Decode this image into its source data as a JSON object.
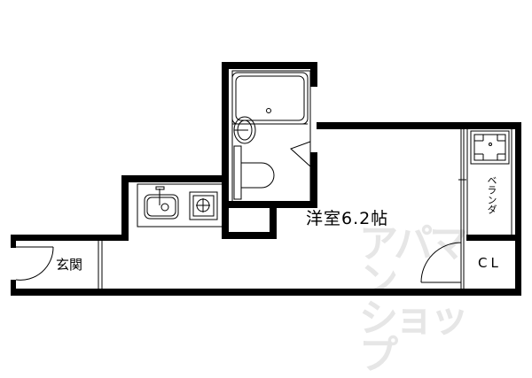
{
  "floor_plan": {
    "main_room_label": "洋室6.2帖",
    "entrance_label": "玄関",
    "balcony_label": "ベランダ",
    "closet_label": "CL"
  },
  "watermark": {
    "line1": "アパマン",
    "line2": "ショップ"
  },
  "colors": {
    "wall": "#000000",
    "fixture": "#000000",
    "watermark": "#e6e6e6"
  }
}
